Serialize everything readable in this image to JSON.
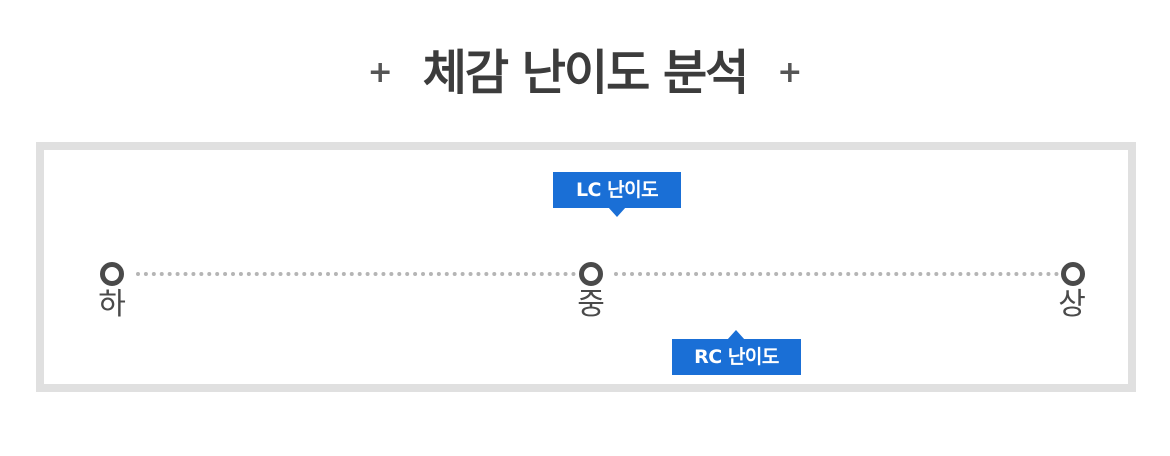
{
  "title": {
    "text": "체감 난이도 분석",
    "plus_left": "+",
    "plus_right": "+"
  },
  "scale": {
    "levels": [
      "하",
      "중",
      "상"
    ]
  },
  "markers": {
    "lc": {
      "label": "LC 난이도",
      "level": "중"
    },
    "rc": {
      "label": "RC 난이도",
      "level": "중"
    }
  },
  "colors": {
    "tag": "#1a6fd6",
    "line": "#b5b5b5",
    "node": "#4a4a4a",
    "frame": "#e0e0e0"
  }
}
